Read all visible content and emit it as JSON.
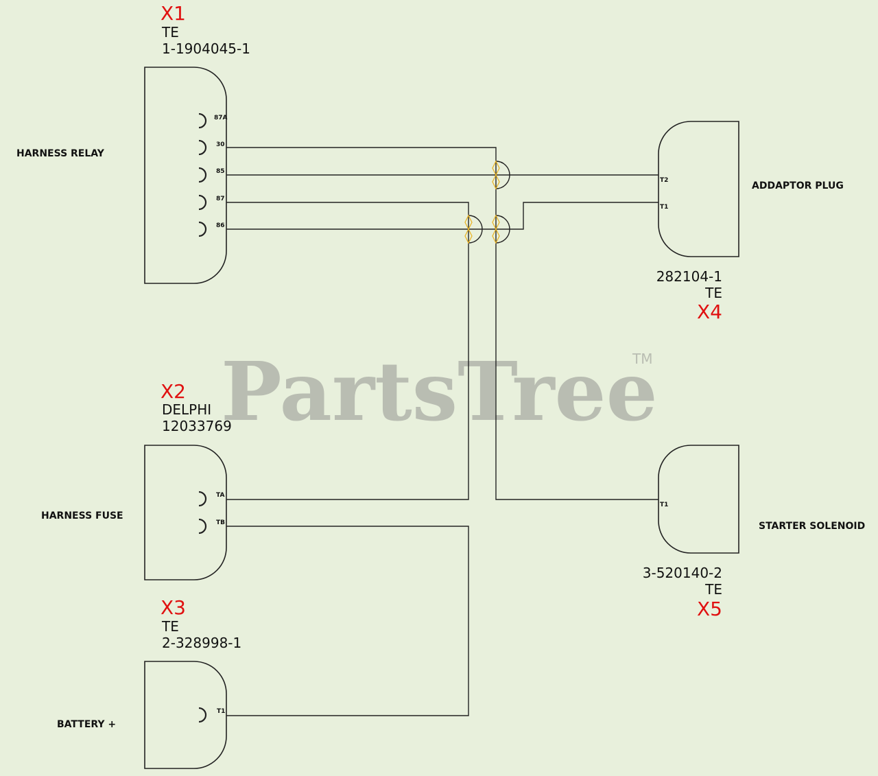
{
  "watermark": {
    "text": "PartsTree",
    "tm": "TM"
  },
  "connectors": {
    "x1": {
      "id": "X1",
      "manufacturer": "TE",
      "part_number": "1-1904045-1",
      "label": "HARNESS RELAY",
      "pins": [
        "87A",
        "30",
        "85",
        "87",
        "86"
      ]
    },
    "x2": {
      "id": "X2",
      "manufacturer": "DELPHI",
      "part_number": "12033769",
      "label": "HARNESS FUSE",
      "pins": [
        "TA",
        "TB"
      ]
    },
    "x3": {
      "id": "X3",
      "manufacturer": "TE",
      "part_number": "2-328998-1",
      "label": "BATTERY +",
      "pins": [
        "T1"
      ]
    },
    "x4": {
      "id": "X4",
      "manufacturer": "TE",
      "part_number": "282104-1",
      "label": "ADDAPTOR PLUG",
      "pins": [
        "T2",
        "T1"
      ]
    },
    "x5": {
      "id": "X5",
      "manufacturer": "TE",
      "part_number": "3-520140-2",
      "label": "STARTER SOLENOID",
      "pins": [
        "T1"
      ]
    }
  },
  "colors": {
    "background": "#e8f0dc",
    "connector_id": "#e01010",
    "wire": "#222222",
    "crossing_marker": "#e8b52a",
    "watermark": "#b9bdb2"
  }
}
